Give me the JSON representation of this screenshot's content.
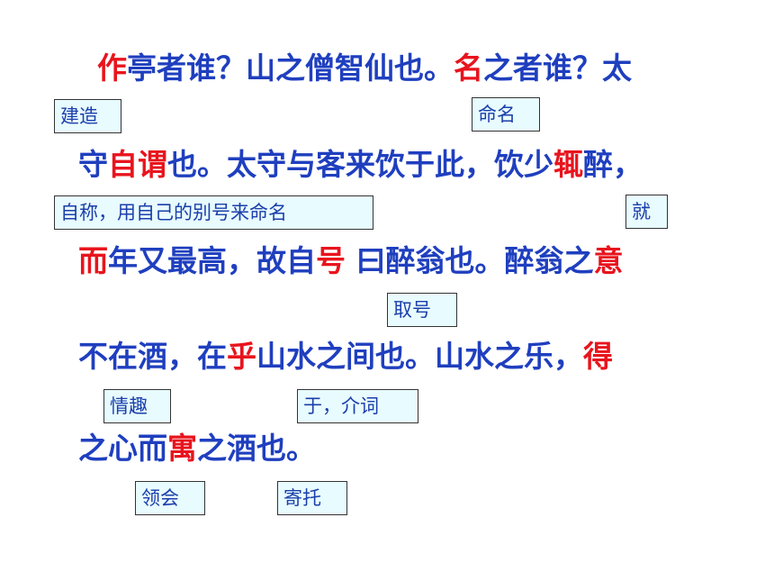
{
  "colors": {
    "text": "#1f3fbf",
    "highlight": "#e8141d",
    "gloss_bg": "#e8fbff",
    "gloss_border": "#333333"
  },
  "lines": [
    {
      "segments": [
        {
          "t": "作",
          "h": true
        },
        {
          "t": "亭者谁？山之僧智仙也。",
          "h": false
        },
        {
          "t": "名",
          "h": true
        },
        {
          "t": "之者谁？太",
          "h": false
        }
      ]
    },
    {
      "segments": [
        {
          "t": "守",
          "h": false
        },
        {
          "t": "自谓",
          "h": true
        },
        {
          "t": "也。太守与客来饮于此，饮少",
          "h": false
        },
        {
          "t": "辄",
          "h": true
        },
        {
          "t": "醉，",
          "h": false
        }
      ]
    },
    {
      "segments": [
        {
          "t": "而",
          "h": true
        },
        {
          "t": "年又最高，故自",
          "h": false
        },
        {
          "t": "号",
          "h": true
        },
        {
          "t": " 曰醉翁也。醉翁之",
          "h": false
        },
        {
          "t": "意",
          "h": true
        }
      ]
    },
    {
      "segments": [
        {
          "t": "不在酒，在",
          "h": false
        },
        {
          "t": "乎",
          "h": true
        },
        {
          "t": "山水之间也。山水之乐，",
          "h": false
        },
        {
          "t": "得",
          "h": true
        }
      ]
    },
    {
      "segments": [
        {
          "t": "之心而",
          "h": false
        },
        {
          "t": "寓",
          "h": true
        },
        {
          "t": "之酒也。",
          "h": false
        }
      ]
    }
  ],
  "glosses": [
    {
      "id": "build",
      "text": "建造"
    },
    {
      "id": "naming",
      "text": "命名"
    },
    {
      "id": "self-name",
      "text": "自称，用自己的别号来命名"
    },
    {
      "id": "then",
      "text": "就"
    },
    {
      "id": "take-name",
      "text": "取号"
    },
    {
      "id": "interest",
      "text": "情趣"
    },
    {
      "id": "preposition",
      "text": "于，介词"
    },
    {
      "id": "comprehend",
      "text": "领会"
    },
    {
      "id": "entrust",
      "text": "寄托"
    }
  ]
}
